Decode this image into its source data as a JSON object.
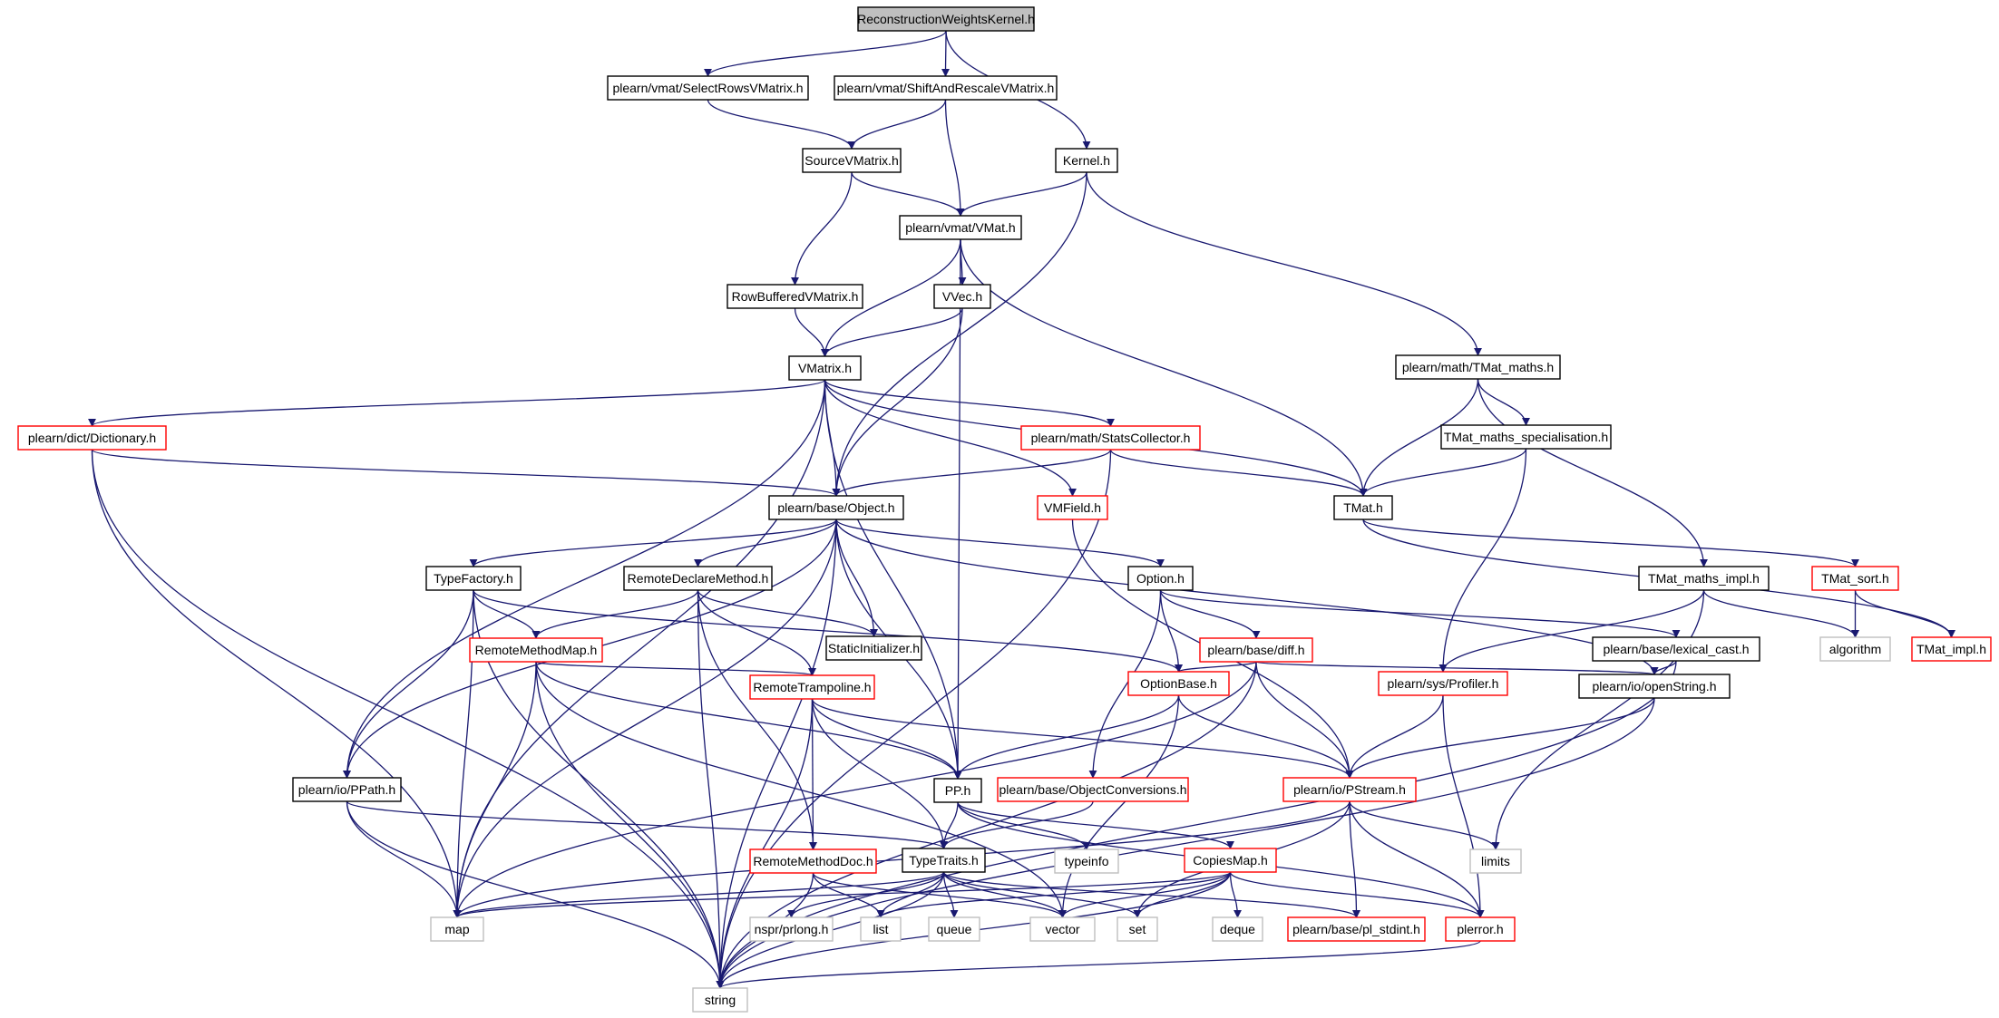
{
  "colors": {
    "edge": "#191970",
    "node_border_default": "#000000",
    "node_border_red": "#ff0000",
    "node_border_gray": "#bfbfbf",
    "root_fill": "#bfbfbf",
    "gray_text": "#555555"
  },
  "nodes": [
    {
      "id": "root",
      "label": "ReconstructionWeightsKernel.h",
      "style": "root"
    },
    {
      "id": "selrows",
      "label": "plearn/vmat/SelectRowsVMatrix.h",
      "style": "black"
    },
    {
      "id": "shift",
      "label": "plearn/vmat/ShiftAndRescaleVMatrix.h",
      "style": "black"
    },
    {
      "id": "kernel",
      "label": "Kernel.h",
      "style": "black"
    },
    {
      "id": "source",
      "label": "SourceVMatrix.h",
      "style": "black"
    },
    {
      "id": "vmath",
      "label": "plearn/vmat/VMat.h",
      "style": "black"
    },
    {
      "id": "rowbuf",
      "label": "RowBufferedVMatrix.h",
      "style": "black"
    },
    {
      "id": "vvec",
      "label": "VVec.h",
      "style": "black"
    },
    {
      "id": "tmatmaths",
      "label": "plearn/math/TMat_maths.h",
      "style": "black"
    },
    {
      "id": "vmatrix",
      "label": "VMatrix.h",
      "style": "black"
    },
    {
      "id": "dictionary",
      "label": "plearn/dict/Dictionary.h",
      "style": "red"
    },
    {
      "id": "stats",
      "label": "plearn/math/StatsCollector.h",
      "style": "red"
    },
    {
      "id": "tmatspec",
      "label": "TMat_maths_specialisation.h",
      "style": "black"
    },
    {
      "id": "object",
      "label": "plearn/base/Object.h",
      "style": "black"
    },
    {
      "id": "vmfield",
      "label": "VMField.h",
      "style": "red"
    },
    {
      "id": "tmat",
      "label": "TMat.h",
      "style": "black"
    },
    {
      "id": "typefactory",
      "label": "TypeFactory.h",
      "style": "black"
    },
    {
      "id": "remotedeclare",
      "label": "RemoteDeclareMethod.h",
      "style": "black"
    },
    {
      "id": "option",
      "label": "Option.h",
      "style": "black"
    },
    {
      "id": "tmatimpl",
      "label": "TMat_maths_impl.h",
      "style": "black"
    },
    {
      "id": "tmatsort",
      "label": "TMat_sort.h",
      "style": "red"
    },
    {
      "id": "remotemethodmap",
      "label": "RemoteMethodMap.h",
      "style": "red"
    },
    {
      "id": "staticinit",
      "label": "StaticInitializer.h",
      "style": "black"
    },
    {
      "id": "diff",
      "label": "plearn/base/diff.h",
      "style": "red"
    },
    {
      "id": "lexical",
      "label": "plearn/base/lexical_cast.h",
      "style": "black"
    },
    {
      "id": "algorithm",
      "label": "algorithm",
      "style": "gray"
    },
    {
      "id": "tmat_impl",
      "label": "TMat_impl.h",
      "style": "red"
    },
    {
      "id": "trampoline",
      "label": "RemoteTrampoline.h",
      "style": "red"
    },
    {
      "id": "optionbase",
      "label": "OptionBase.h",
      "style": "red"
    },
    {
      "id": "profiler",
      "label": "plearn/sys/Profiler.h",
      "style": "red"
    },
    {
      "id": "openstring",
      "label": "plearn/io/openString.h",
      "style": "black"
    },
    {
      "id": "ppath",
      "label": "plearn/io/PPath.h",
      "style": "black"
    },
    {
      "id": "pp",
      "label": "PP.h",
      "style": "black"
    },
    {
      "id": "objconv",
      "label": "plearn/base/ObjectConversions.h",
      "style": "red"
    },
    {
      "id": "pstream",
      "label": "plearn/io/PStream.h",
      "style": "red"
    },
    {
      "id": "methoddoc",
      "label": "RemoteMethodDoc.h",
      "style": "red"
    },
    {
      "id": "typetraits",
      "label": "TypeTraits.h",
      "style": "black"
    },
    {
      "id": "typeinfo",
      "label": "typeinfo",
      "style": "gray"
    },
    {
      "id": "copiesmap",
      "label": "CopiesMap.h",
      "style": "red"
    },
    {
      "id": "limits",
      "label": "limits",
      "style": "gray"
    },
    {
      "id": "map",
      "label": "map",
      "style": "gray"
    },
    {
      "id": "prlong",
      "label": "nspr/prlong.h",
      "style": "gray"
    },
    {
      "id": "list",
      "label": "list",
      "style": "gray"
    },
    {
      "id": "queue",
      "label": "queue",
      "style": "gray"
    },
    {
      "id": "vector",
      "label": "vector",
      "style": "gray"
    },
    {
      "id": "set",
      "label": "set",
      "style": "gray"
    },
    {
      "id": "deque",
      "label": "deque",
      "style": "gray"
    },
    {
      "id": "plstdint",
      "label": "plearn/base/pl_stdint.h",
      "style": "red"
    },
    {
      "id": "plerror",
      "label": "plerror.h",
      "style": "red"
    },
    {
      "id": "string",
      "label": "string",
      "style": "gray"
    }
  ],
  "edges": [
    [
      "root",
      "selrows"
    ],
    [
      "root",
      "shift"
    ],
    [
      "root",
      "kernel"
    ],
    [
      "selrows",
      "source"
    ],
    [
      "shift",
      "source"
    ],
    [
      "shift",
      "vmath"
    ],
    [
      "source",
      "vmath"
    ],
    [
      "source",
      "rowbuf"
    ],
    [
      "kernel",
      "vmath"
    ],
    [
      "kernel",
      "object"
    ],
    [
      "kernel",
      "tmatmaths"
    ],
    [
      "vmath",
      "vvec"
    ],
    [
      "vmath",
      "vmatrix"
    ],
    [
      "vmath",
      "tmat"
    ],
    [
      "vmath",
      "pp"
    ],
    [
      "rowbuf",
      "vmatrix"
    ],
    [
      "vvec",
      "vmatrix"
    ],
    [
      "vvec",
      "object"
    ],
    [
      "tmatmaths",
      "tmat"
    ],
    [
      "tmatmaths",
      "tmatspec"
    ],
    [
      "tmatmaths",
      "tmatimpl"
    ],
    [
      "tmatspec",
      "tmat"
    ],
    [
      "tmatspec",
      "profiler"
    ],
    [
      "vmatrix",
      "dictionary"
    ],
    [
      "vmatrix",
      "stats"
    ],
    [
      "vmatrix",
      "tmat"
    ],
    [
      "vmatrix",
      "object"
    ],
    [
      "vmatrix",
      "vmfield"
    ],
    [
      "vmatrix",
      "pp"
    ],
    [
      "vmatrix",
      "ppath"
    ],
    [
      "vmatrix",
      "map"
    ],
    [
      "dictionary",
      "object"
    ],
    [
      "dictionary",
      "map"
    ],
    [
      "dictionary",
      "string"
    ],
    [
      "stats",
      "object"
    ],
    [
      "stats",
      "tmat"
    ],
    [
      "stats",
      "string"
    ],
    [
      "vmfield",
      "pstream"
    ],
    [
      "tmat",
      "tmatsort"
    ],
    [
      "tmat",
      "tmat_impl"
    ],
    [
      "object",
      "typefactory"
    ],
    [
      "object",
      "remotedeclare"
    ],
    [
      "object",
      "staticinit"
    ],
    [
      "object",
      "option"
    ],
    [
      "object",
      "openstring"
    ],
    [
      "object",
      "pp"
    ],
    [
      "object",
      "ppath"
    ],
    [
      "object",
      "map"
    ],
    [
      "object",
      "string"
    ],
    [
      "tmatimpl",
      "algorithm"
    ],
    [
      "tmatimpl",
      "profiler"
    ],
    [
      "tmatimpl",
      "limits"
    ],
    [
      "tmatsort",
      "algorithm"
    ],
    [
      "tmatsort",
      "tmat_impl"
    ],
    [
      "typefactory",
      "remotemethodmap"
    ],
    [
      "typefactory",
      "optionbase"
    ],
    [
      "typefactory",
      "ppath"
    ],
    [
      "typefactory",
      "map"
    ],
    [
      "typefactory",
      "string"
    ],
    [
      "remotedeclare",
      "remotemethodmap"
    ],
    [
      "remotedeclare",
      "staticinit"
    ],
    [
      "remotedeclare",
      "trampoline"
    ],
    [
      "remotedeclare",
      "methoddoc"
    ],
    [
      "remotedeclare",
      "string"
    ],
    [
      "option",
      "diff"
    ],
    [
      "option",
      "optionbase"
    ],
    [
      "option",
      "objconv"
    ],
    [
      "option",
      "lexical"
    ],
    [
      "remotemethodmap",
      "trampoline"
    ],
    [
      "remotemethodmap",
      "pp"
    ],
    [
      "remotemethodmap",
      "map"
    ],
    [
      "remotemethodmap",
      "string"
    ],
    [
      "remotemethodmap",
      "vector"
    ],
    [
      "diff",
      "optionbase"
    ],
    [
      "diff",
      "openstring"
    ],
    [
      "diff",
      "pstream"
    ],
    [
      "diff",
      "map"
    ],
    [
      "diff",
      "string"
    ],
    [
      "lexical",
      "openstring"
    ],
    [
      "lexical",
      "string"
    ],
    [
      "trampoline",
      "pp"
    ],
    [
      "trampoline",
      "methoddoc"
    ],
    [
      "trampoline",
      "typetraits"
    ],
    [
      "trampoline",
      "pstream"
    ],
    [
      "trampoline",
      "string"
    ],
    [
      "optionbase",
      "pp"
    ],
    [
      "optionbase",
      "pstream"
    ],
    [
      "optionbase",
      "vector"
    ],
    [
      "profiler",
      "pstream"
    ],
    [
      "profiler",
      "plerror"
    ],
    [
      "openstring",
      "pstream"
    ],
    [
      "openstring",
      "string"
    ],
    [
      "ppath",
      "typetraits"
    ],
    [
      "ppath",
      "map"
    ],
    [
      "ppath",
      "string"
    ],
    [
      "pp",
      "typetraits"
    ],
    [
      "pp",
      "typeinfo"
    ],
    [
      "pp",
      "copiesmap"
    ],
    [
      "pp",
      "plerror"
    ],
    [
      "objconv",
      "typetraits"
    ],
    [
      "pstream",
      "plstdint"
    ],
    [
      "pstream",
      "plerror"
    ],
    [
      "pstream",
      "limits"
    ],
    [
      "pstream",
      "set"
    ],
    [
      "pstream",
      "map"
    ],
    [
      "methoddoc",
      "list"
    ],
    [
      "methoddoc",
      "vector"
    ],
    [
      "methoddoc",
      "string"
    ],
    [
      "typetraits",
      "map"
    ],
    [
      "typetraits",
      "prlong"
    ],
    [
      "typetraits",
      "list"
    ],
    [
      "typetraits",
      "queue"
    ],
    [
      "typetraits",
      "vector"
    ],
    [
      "typetraits",
      "set"
    ],
    [
      "typetraits",
      "plstdint"
    ],
    [
      "typetraits",
      "string"
    ],
    [
      "copiesmap",
      "map"
    ],
    [
      "copiesmap",
      "list"
    ],
    [
      "copiesmap",
      "vector"
    ],
    [
      "copiesmap",
      "set"
    ],
    [
      "copiesmap",
      "deque"
    ],
    [
      "copiesmap",
      "plerror"
    ],
    [
      "copiesmap",
      "string"
    ],
    [
      "plerror",
      "string"
    ]
  ]
}
